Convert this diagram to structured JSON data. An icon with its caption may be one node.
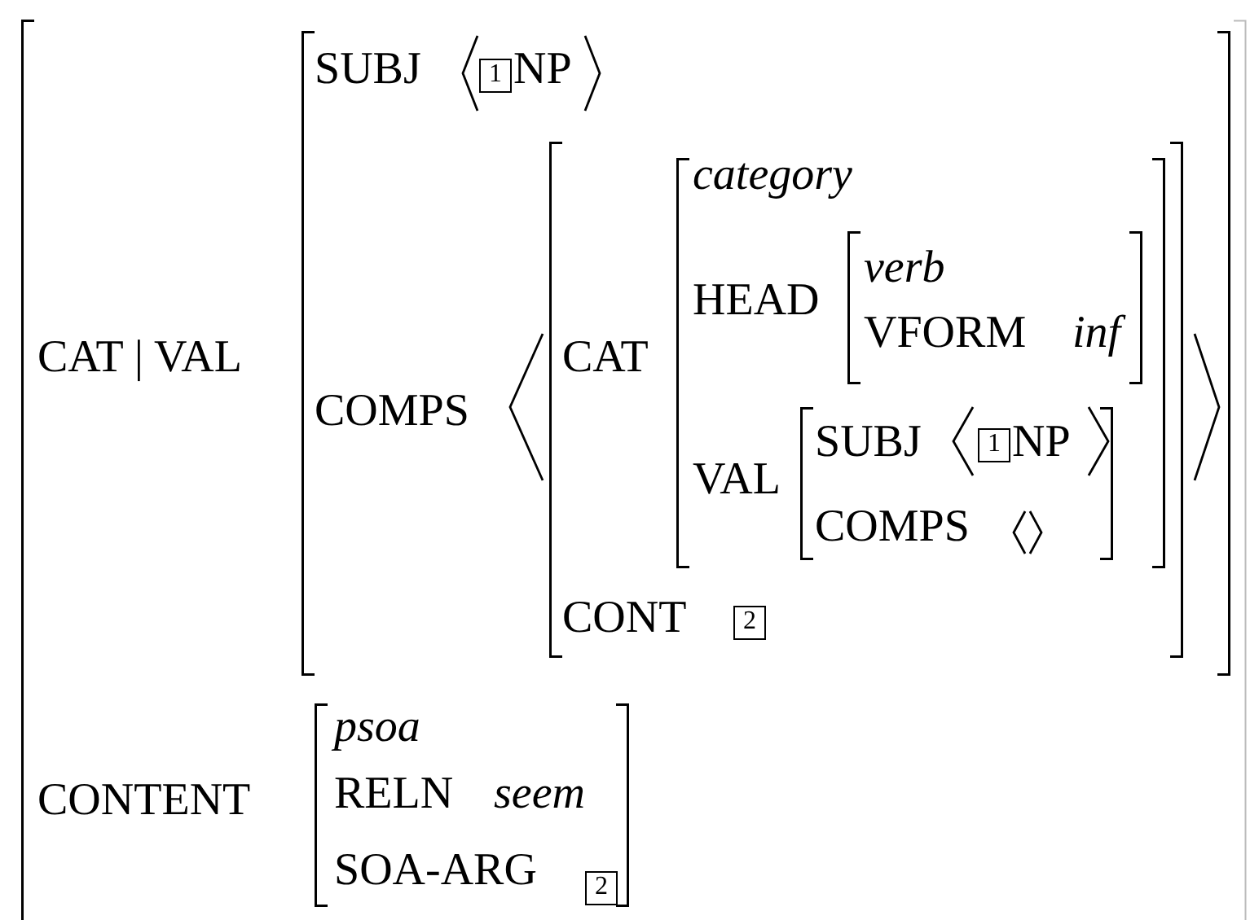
{
  "diagram": {
    "nodes": [
      {
        "text": [
          "CAT | VAL",
          "CONTENT"
        ]
      },
      {
        "text": [
          "SUBJ",
          "1",
          "NP",
          "COMPS"
        ],
        "in": 0
      },
      {
        "text": [
          "CAT",
          "CONT",
          "2"
        ],
        "in": 1
      },
      {
        "text": [
          "category",
          "HEAD",
          "VAL"
        ],
        "in": 2
      },
      {
        "text": [
          "verb",
          "VFORM",
          "inf"
        ],
        "in": 3
      },
      {
        "text": [
          "SUBJ",
          "1",
          "NP",
          "COMPS"
        ],
        "in": 3
      },
      {
        "text": [
          "psoa",
          "RELN",
          "seem",
          "SOA-ARG",
          "2"
        ],
        "in": 0
      }
    ]
  }
}
